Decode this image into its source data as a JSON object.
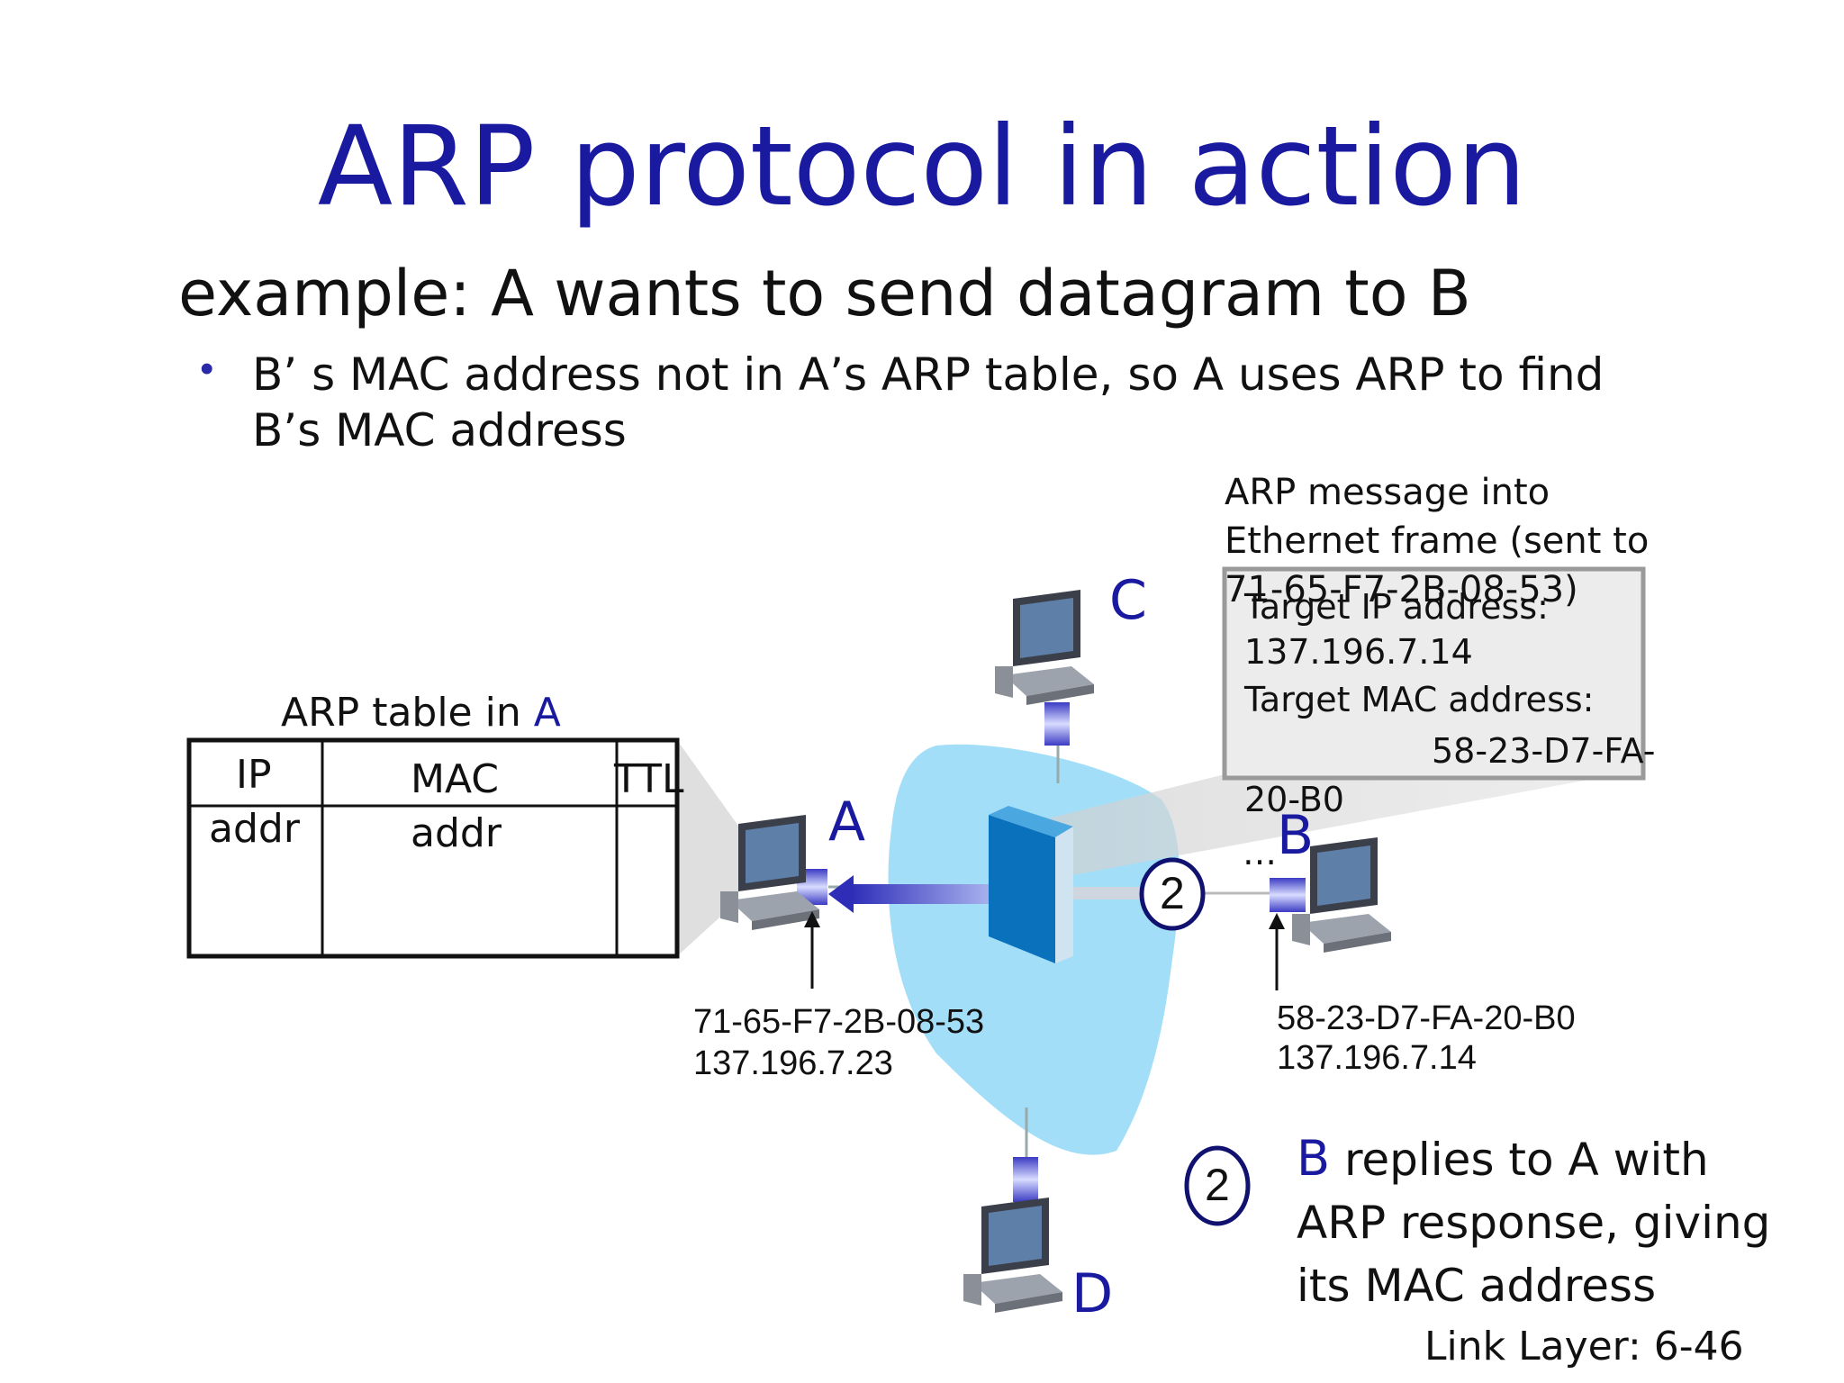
{
  "title": "ARP protocol in action",
  "heading": "example: A wants to send datagram to B",
  "bullet": {
    "dot": "•",
    "text": "B’ s MAC address not in A’s ARP table, so A uses ARP to find B’s MAC address"
  },
  "callout": "ARP message into Ethernet frame (sent to 71-65-F7-2B-08-53)",
  "tooltip": {
    "line1": "Target IP address:",
    "line2": "137.196.7.14",
    "line3": "Target MAC address:",
    "line4": "58-23-D7-FA-",
    "line5": "20-B0"
  },
  "nodes": {
    "a": "A",
    "b": "B",
    "c": "C",
    "d": "D",
    "ellipsis": "…"
  },
  "host_a": {
    "mac": "71-65-F7-2B-08-53",
    "ip": "137.196.7.23"
  },
  "host_b": {
    "mac": "58-23-D7-FA-20-B0",
    "ip": "137.196.7.14"
  },
  "arp_table": {
    "title_prefix": "ARP table in ",
    "title_highlight": "A",
    "col_ip_1": "IP",
    "col_ip_2": "addr",
    "col_mac_1": "MAC",
    "col_mac_2": "addr",
    "col_ttl": "TTL"
  },
  "step": {
    "number": "2",
    "highlight": "B",
    "text": " replies to A with ARP response, giving its MAC address"
  },
  "footer": "Link Layer: 6-46",
  "colors": {
    "title": "#1a1aa0",
    "lan": "#9fddf7",
    "switch": "#0a72bd",
    "cable": "#2b2bb0"
  }
}
